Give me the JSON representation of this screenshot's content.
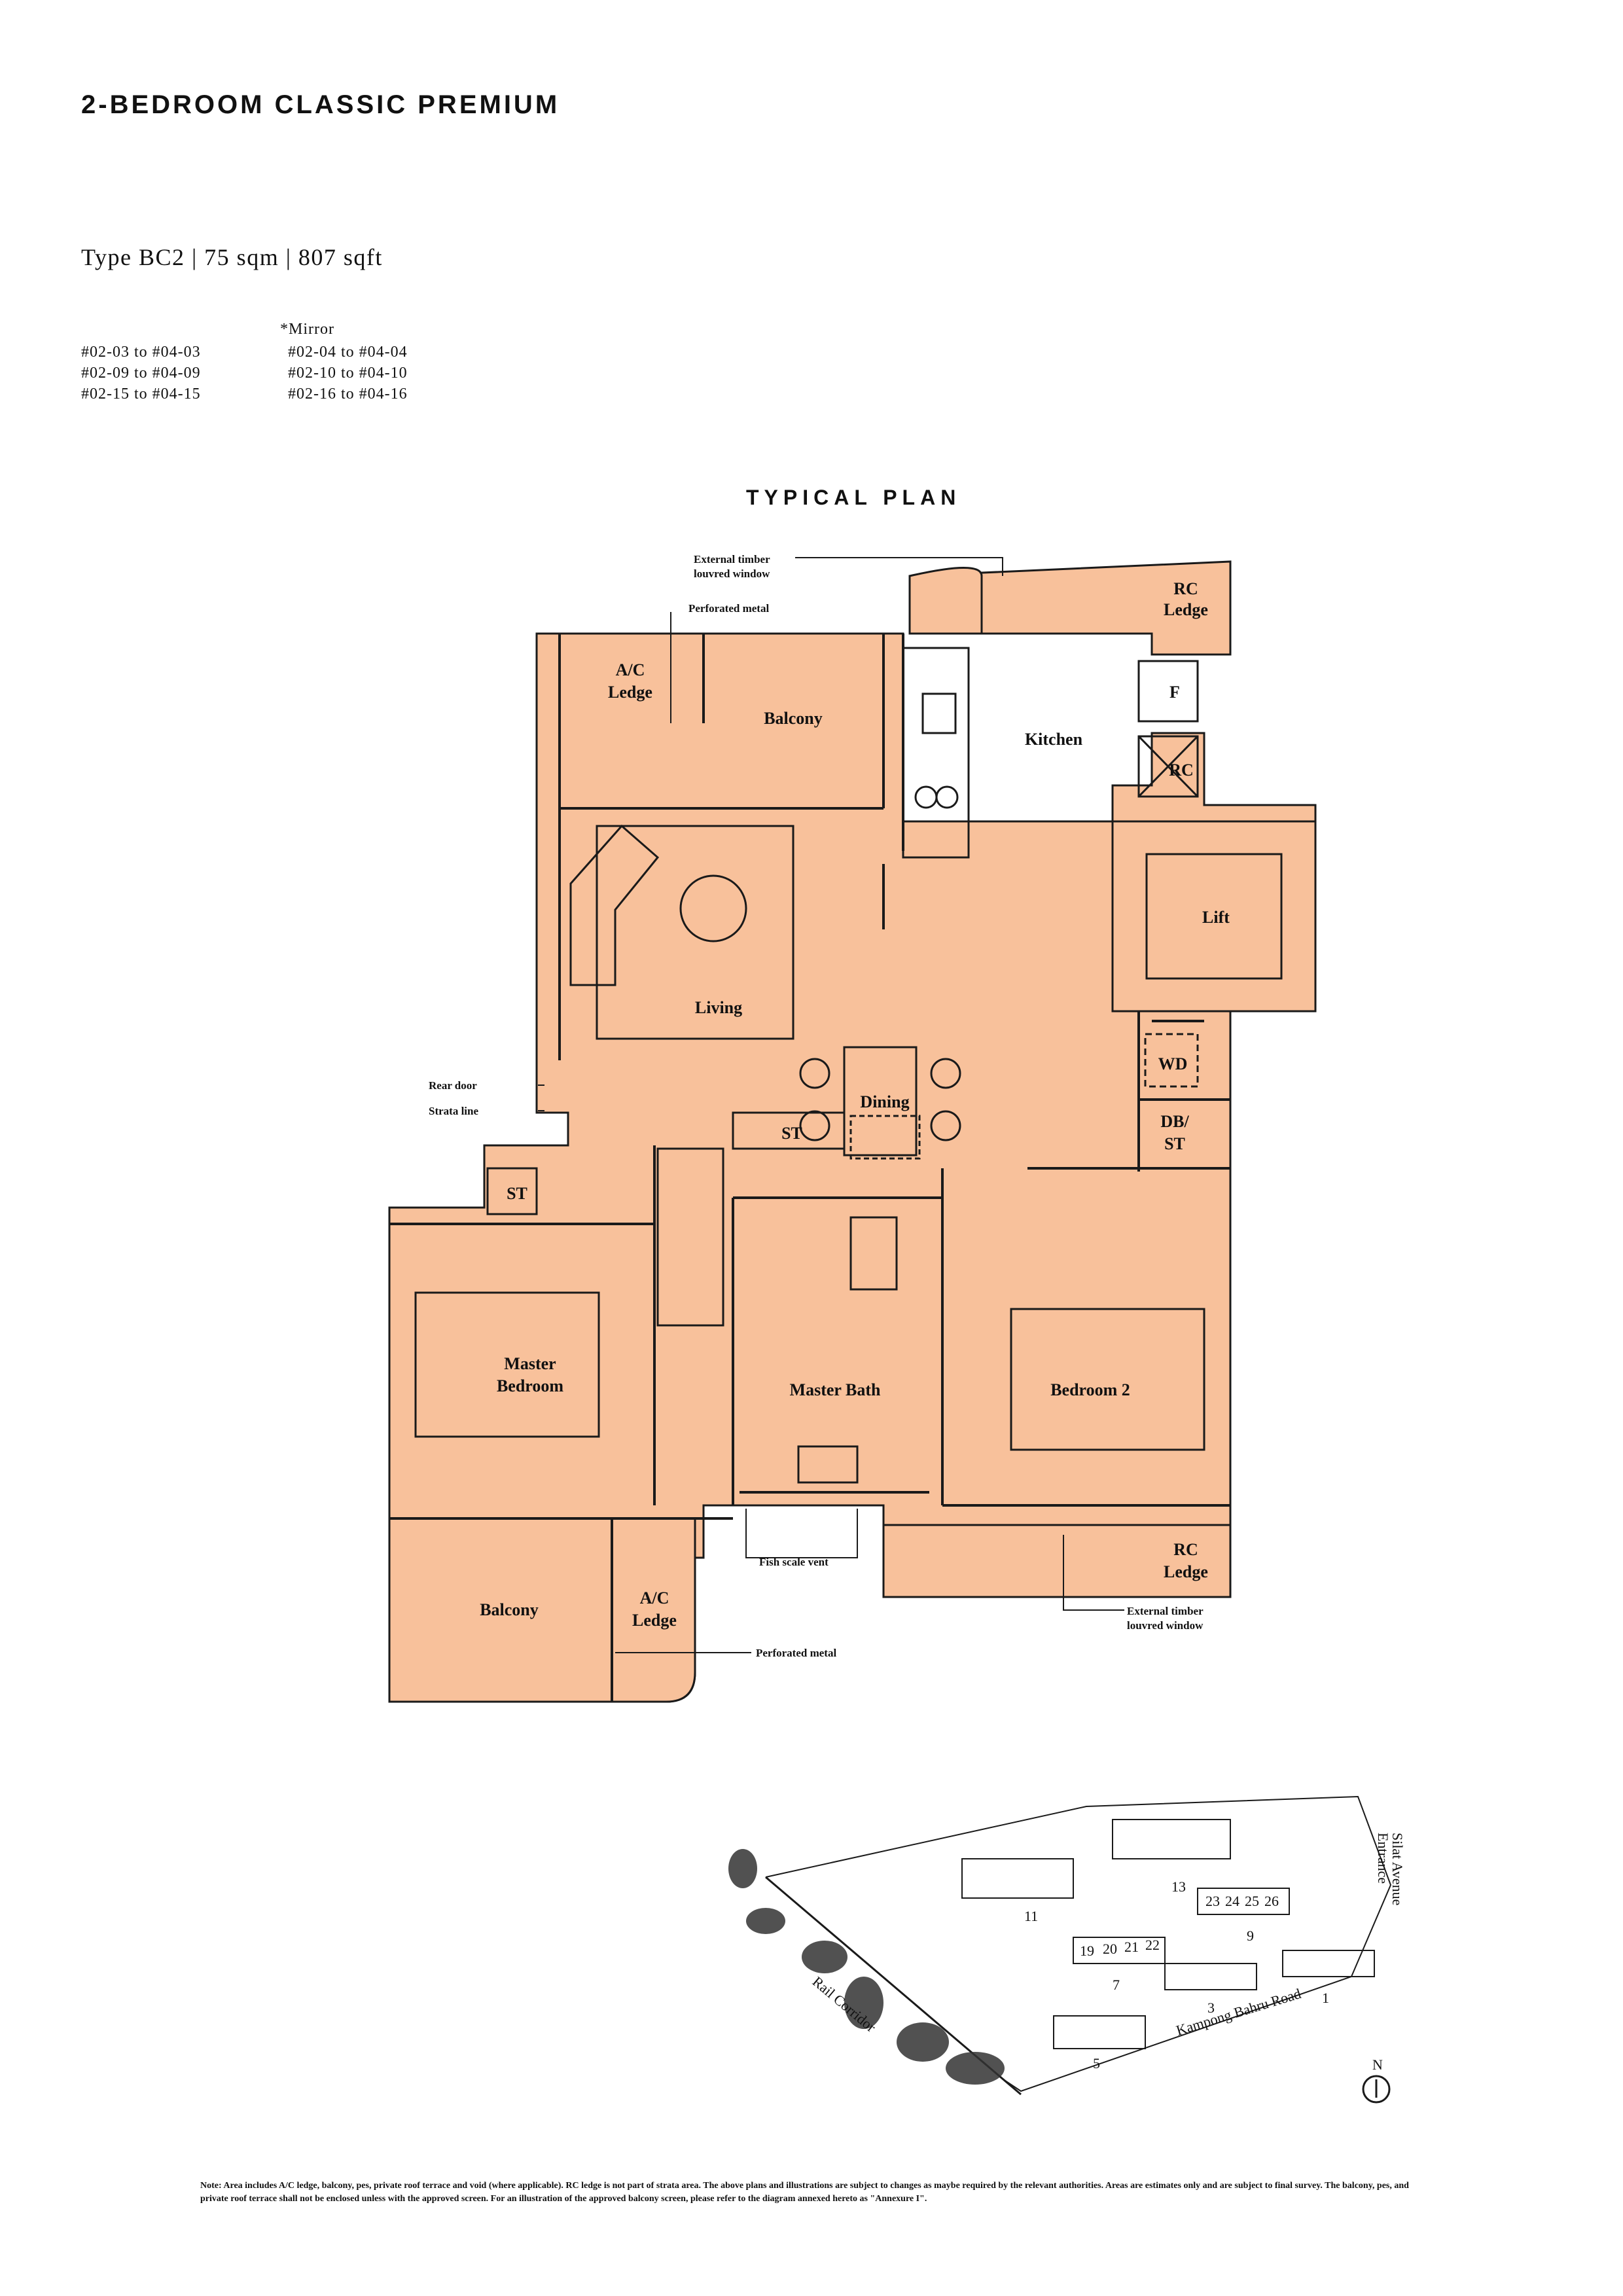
{
  "header": {
    "title": "2-BEDROOM CLASSIC PREMIUM",
    "type_line": "Type BC2 | 75 sqm | 807 sqft",
    "mirror_label": "*Mirror",
    "units": [
      "#02-03 to #04-03",
      "#02-09 to #04-09",
      "#02-15  to #04-15"
    ],
    "mirror_units": [
      "#02-04 to #04-04",
      "#02-10  to #04-10",
      "#02-16  to #04-16"
    ]
  },
  "plan": {
    "title": "TYPICAL PLAN",
    "rooms": {
      "ac_ledge_top_1": "A/C",
      "ac_ledge_top_2": "Ledge",
      "balcony_top": "Balcony",
      "kitchen": "Kitchen",
      "rc_ledge_top_1": "RC",
      "rc_ledge_top_2": "Ledge",
      "fridge": "F",
      "rc": "RC",
      "lift": "Lift",
      "living": "Living",
      "dining": "Dining",
      "wd": "WD",
      "db_st_1": "DB/",
      "db_st_2": "ST",
      "st_center": "ST",
      "st_left": "ST",
      "master_bedroom_1": "Master",
      "master_bedroom_2": "Bedroom",
      "master_bath": "Master Bath",
      "bedroom_2": "Bedroom 2",
      "balcony_bottom": "Balcony",
      "ac_ledge_bottom_1": "A/C",
      "ac_ledge_bottom_2": "Ledge",
      "rc_ledge_bottom_1": "RC",
      "rc_ledge_bottom_2": "Ledge"
    },
    "callouts": {
      "timber_top_1": "External timber",
      "timber_top_2": "louvred window",
      "perforated_top": "Perforated metal",
      "rear_door": "Rear door",
      "strata_line": "Strata line",
      "fish_scale": "Fish scale vent",
      "timber_bottom_1": "External timber",
      "timber_bottom_2": "louvred window",
      "perforated_bottom": "Perforated metal"
    },
    "fill_color": "#f8c19b",
    "line_color": "#1a1a1a"
  },
  "keyplan": {
    "blocks": [
      "11",
      "13",
      "9",
      "7",
      "3",
      "1",
      "5"
    ],
    "unit_numbers": [
      "23",
      "24",
      "25",
      "26",
      "19",
      "20",
      "21",
      "22"
    ],
    "road": "Kampong Bahru Road",
    "corridor": "Rail Corridor",
    "entrance_1": "Silat Avenue",
    "entrance_2": "Entrance",
    "north": "N"
  },
  "note": "Note: Area includes A/C ledge, balcony, pes, private roof terrace and void (where applicable). RC ledge is not part of strata area. The above plans and illustrations are subject to changes as maybe required by the relevant authorities. Areas are estimates only and are subject to final survey. The balcony, pes, and private roof terrace shall not be enclosed unless with the approved screen. For an illustration of the approved balcony screen, please refer to the diagram annexed hereto as \"Annexure I\"."
}
